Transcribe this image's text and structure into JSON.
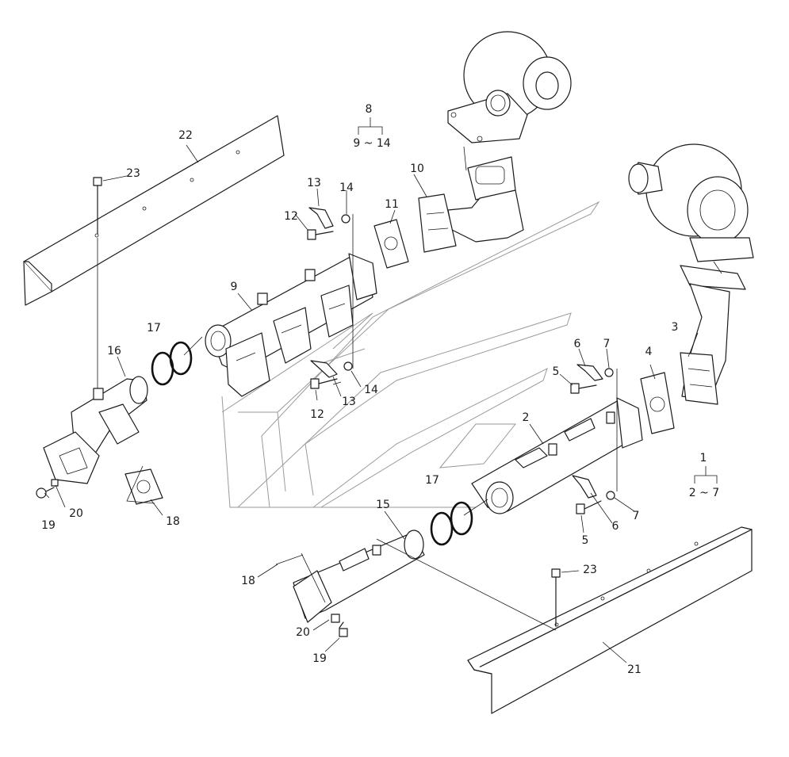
{
  "callouts": {
    "c1": "1",
    "c1_range": "2 ~ 7",
    "c2": "2",
    "c3": "3",
    "c4": "4",
    "c5a": "5",
    "c5b": "5",
    "c6a": "6",
    "c6b": "6",
    "c7a": "7",
    "c7b": "7",
    "c8": "8",
    "c8_range": "9 ~ 14",
    "c9": "9",
    "c10": "10",
    "c11": "11",
    "c12a": "12",
    "c12b": "12",
    "c13a": "13",
    "c13b": "13",
    "c14a": "14",
    "c14b": "14",
    "c15": "15",
    "c16": "16",
    "c17a": "17",
    "c17b": "17",
    "c18a": "18",
    "c18b": "18",
    "c19a": "19",
    "c19b": "19",
    "c20a": "20",
    "c20b": "20",
    "c21": "21",
    "c22": "22",
    "c23a": "23",
    "c23b": "23"
  }
}
